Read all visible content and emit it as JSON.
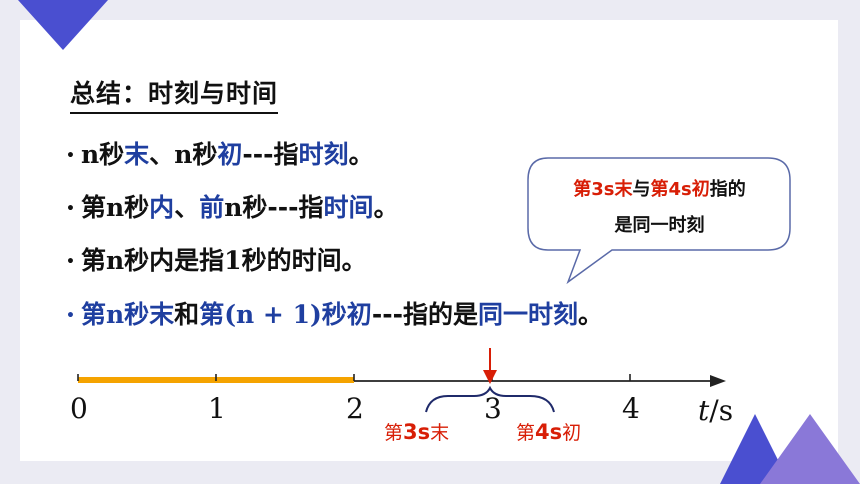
{
  "title": "总结：时刻与时间",
  "lines": [
    {
      "parts": [
        {
          "text": "n",
          "serif": true
        },
        {
          "text": "秒"
        },
        {
          "text": "末",
          "blue": true
        },
        {
          "text": "、"
        },
        {
          "text": "n",
          "serif": true
        },
        {
          "text": "秒"
        },
        {
          "text": "初",
          "blue": true
        },
        {
          "text": "---指"
        },
        {
          "text": "时刻",
          "blue": true
        },
        {
          "text": "。"
        }
      ]
    },
    {
      "parts": [
        {
          "text": "第"
        },
        {
          "text": "n",
          "serif": true
        },
        {
          "text": "秒"
        },
        {
          "text": "内",
          "blue": true
        },
        {
          "text": "、"
        },
        {
          "text": "前",
          "blue": true
        },
        {
          "text": "n",
          "serif": true
        },
        {
          "text": "秒---指"
        },
        {
          "text": "时间",
          "blue": true
        },
        {
          "text": "。"
        }
      ]
    },
    {
      "parts": [
        {
          "text": "第"
        },
        {
          "text": "n",
          "serif": true
        },
        {
          "text": "秒内是指"
        },
        {
          "text": "1",
          "serif": true
        },
        {
          "text": "秒的时间。"
        }
      ]
    },
    {
      "parts": [
        {
          "text": "第",
          "blue": true
        },
        {
          "text": "n",
          "blue": true,
          "serif": true
        },
        {
          "text": "秒末",
          "blue": true
        },
        {
          "text": "和"
        },
        {
          "text": "第",
          "blue": true
        },
        {
          "text": "(n + 1)",
          "blue": true,
          "serif": true
        },
        {
          "text": "秒初",
          "blue": true
        },
        {
          "text": "---指的是"
        },
        {
          "text": "同一时刻",
          "blue": true
        },
        {
          "text": "。"
        }
      ]
    }
  ],
  "callout": {
    "line1_red1": "第3s末",
    "line1_mid": "与",
    "line1_red2": "第4s初",
    "line1_end": "指的",
    "line2": "是同一时刻"
  },
  "axis": {
    "ticks": [
      "0",
      "1",
      "2",
      "3",
      "4"
    ],
    "label": "t/s",
    "label_t": "t",
    "label_unit": "/s",
    "highlight_range": [
      0,
      2
    ],
    "marker_at": 3
  },
  "brackets": {
    "left_pre": "第",
    "left_num": "3s",
    "left_post": "末",
    "right_pre": "第",
    "right_num": "4s",
    "right_post": "初"
  },
  "colors": {
    "accent_blue": "#1f3fa0",
    "red": "#d81e06",
    "orange_bar": "#f5a300",
    "triangle": "#4a4fd0",
    "triangle_light": "#8a78d8"
  }
}
